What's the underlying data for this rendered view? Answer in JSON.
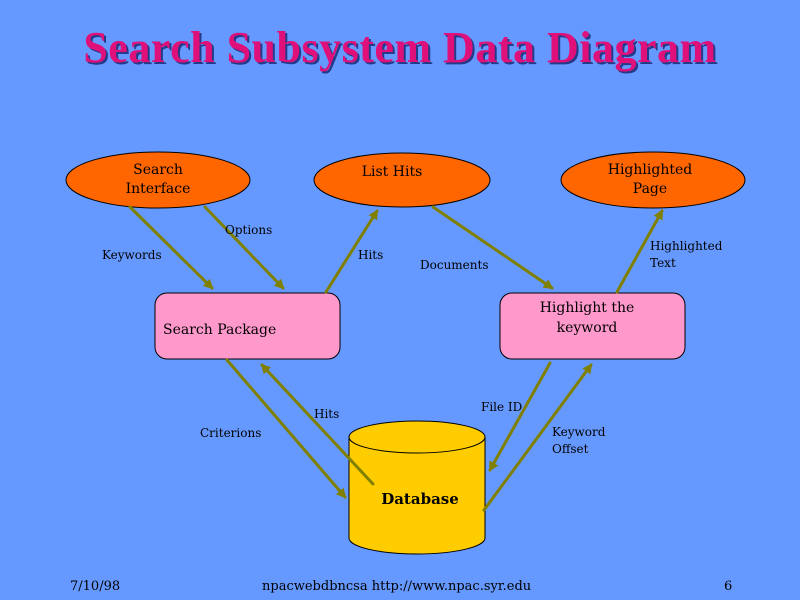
{
  "title": "Search Subsystem Data Diagram",
  "nodes": {
    "search_interface": "Search\nInterface",
    "list_hits": "List Hits",
    "highlighted_page": "Highlighted\nPage",
    "search_package": "Search  Package",
    "highlight_keyword": "Highlight the\nkeyword",
    "database": "Database"
  },
  "edge_labels": {
    "options": "Options",
    "keywords": "Keywords",
    "hits_top": "Hits",
    "documents": "Documents",
    "highlighted_text": "Highlighted\nText",
    "hits_bottom": "Hits",
    "file_id": "File ID",
    "criterions": "Criterions",
    "keyword_offset": "Keyword\nOffset"
  },
  "footer": {
    "date": "7/10/98",
    "center": "npacwebdbncsa  http://www.npac.syr.edu",
    "page": "6"
  },
  "colors": {
    "background": "#6699ff",
    "title": "#e0107a",
    "ellipse_fill": "#ff6600",
    "box_fill": "#ff99cc",
    "database_fill": "#ffcc00",
    "arrow": "#808000"
  }
}
